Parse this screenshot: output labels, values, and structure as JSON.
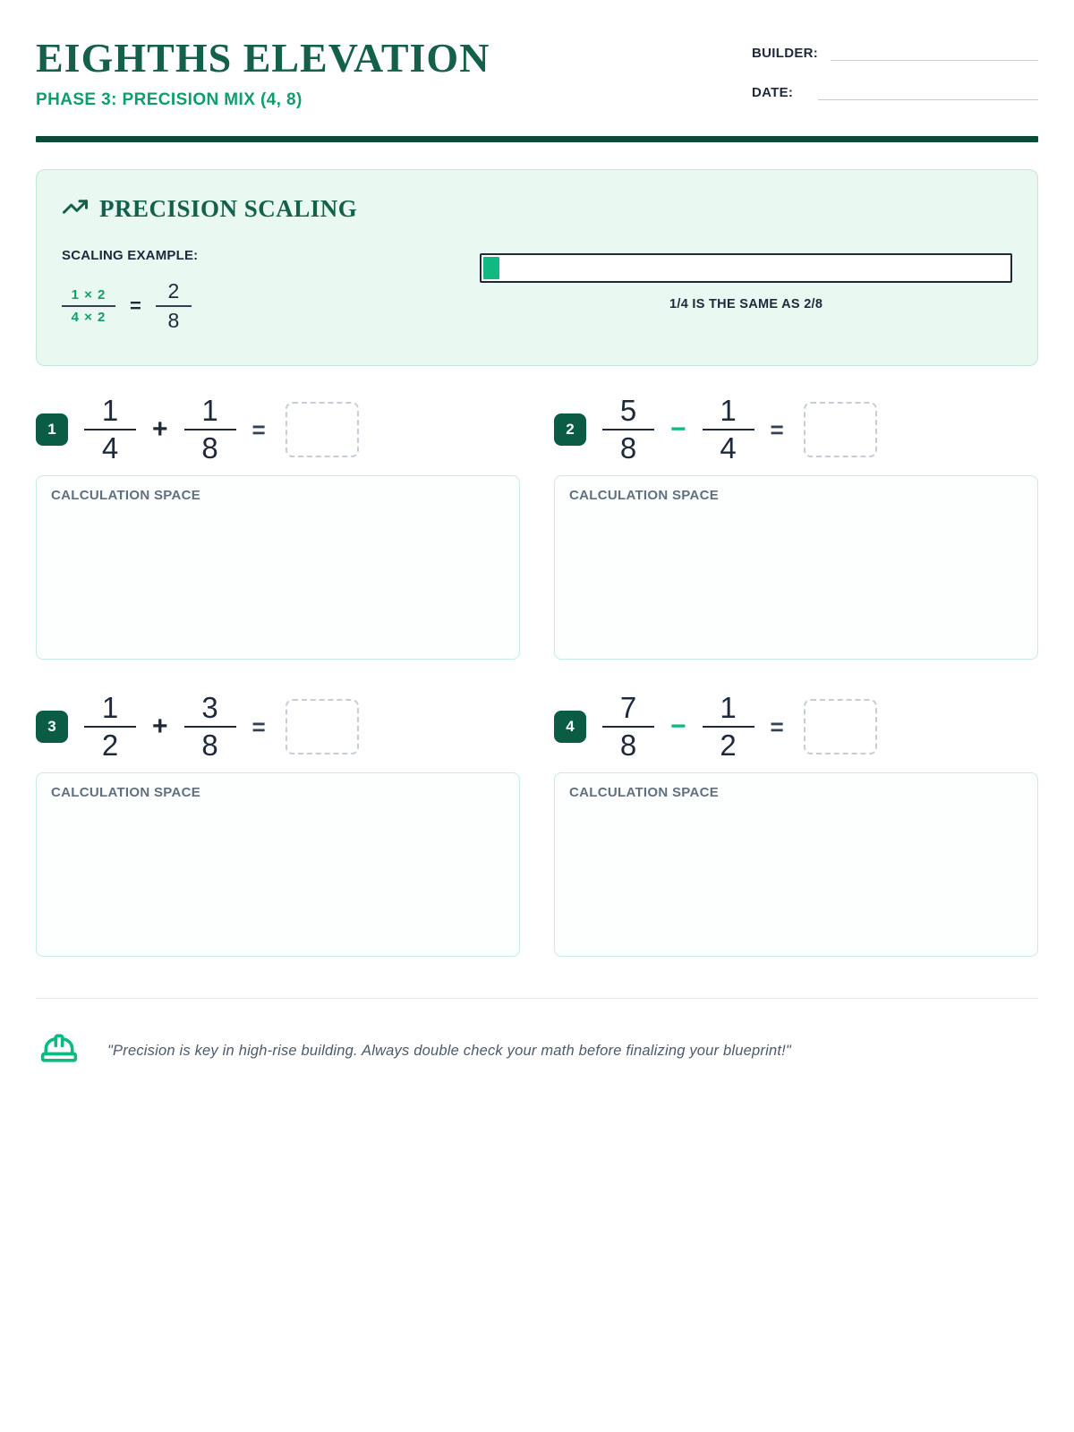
{
  "header": {
    "title": "EIGHTHS ELEVATION",
    "subtitle": "PHASE 3: PRECISION MIX (4, 8)",
    "builder_label": "BUILDER:",
    "date_label": "DATE:"
  },
  "scaling_panel": {
    "heading": "PRECISION SCALING",
    "example_label": "SCALING EXAMPLE:",
    "example": {
      "numerator_expr": "1 × 2",
      "denominator_expr": "4 × 2",
      "equals": "=",
      "result_numerator": "2",
      "result_denominator": "8"
    },
    "bar": {
      "fill_percent": 3,
      "caption": "1/4 IS THE SAME AS 2/8"
    }
  },
  "problems": [
    {
      "number": "1",
      "frac1_num": "1",
      "frac1_den": "4",
      "operator": "+",
      "frac2_num": "1",
      "frac2_den": "8",
      "equals": "=",
      "calc_label": "CALCULATION SPACE"
    },
    {
      "number": "2",
      "frac1_num": "5",
      "frac1_den": "8",
      "operator": "−",
      "frac2_num": "1",
      "frac2_den": "4",
      "equals": "=",
      "calc_label": "CALCULATION SPACE"
    },
    {
      "number": "3",
      "frac1_num": "1",
      "frac1_den": "2",
      "operator": "+",
      "frac2_num": "3",
      "frac2_den": "8",
      "equals": "=",
      "calc_label": "CALCULATION SPACE"
    },
    {
      "number": "4",
      "frac1_num": "7",
      "frac1_den": "8",
      "operator": "−",
      "frac2_num": "1",
      "frac2_den": "2",
      "equals": "=",
      "calc_label": "CALCULATION SPACE"
    }
  ],
  "footer": {
    "quote": "\"Precision is key in high-rise building. Always double check your math before finalizing your blueprint!\""
  },
  "colors": {
    "brand_dark": "#0a4a38",
    "brand": "#0f9d6e",
    "accent": "#10b981",
    "ink": "#1e293b"
  }
}
